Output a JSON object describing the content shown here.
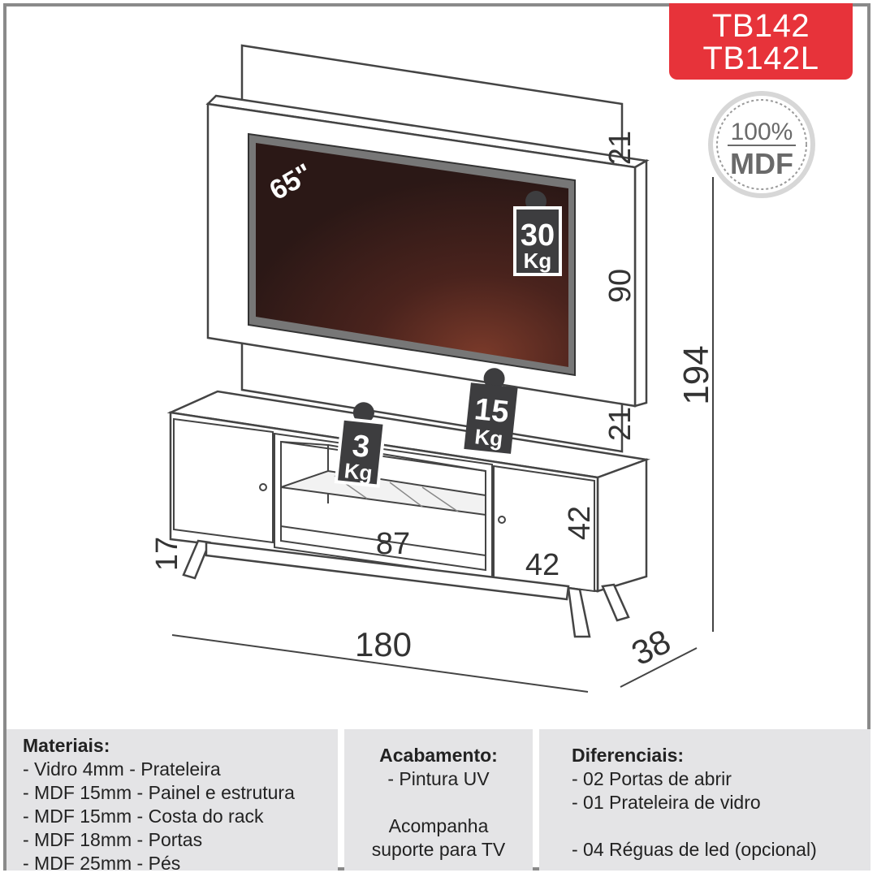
{
  "badge": {
    "code1": "TB142",
    "code2": "TB142L"
  },
  "seal": {
    "percent": "100%",
    "material": "MDF"
  },
  "tv": {
    "size": "65\""
  },
  "weights": [
    {
      "value": "30",
      "unit": "Kg"
    },
    {
      "value": "15",
      "unit": "Kg"
    },
    {
      "value": "3",
      "unit": "Kg"
    }
  ],
  "dimensions": {
    "top_panel": "21",
    "panel_height": "90",
    "lower_panel": "21",
    "total_height": "194",
    "door_height": "42",
    "door_width": "42",
    "niche_width": "87",
    "leg_height": "17",
    "total_width": "180",
    "depth": "38"
  },
  "materials": {
    "title": "Materiais:",
    "items": [
      "- Vidro 4mm - Prateleira",
      "- MDF 15mm - Painel e estrutura",
      "- MDF 15mm - Costa do rack",
      "- MDF 18mm - Portas",
      "- MDF 25mm - Pés"
    ]
  },
  "finish": {
    "title": "Acabamento:",
    "item": "- Pintura UV",
    "note_line1": "Acompanha",
    "note_line2": "suporte para TV"
  },
  "features": {
    "title": "Diferenciais:",
    "items": [
      "- 02 Portas de abrir",
      "- 01 Prateleira de vidro",
      "- 04 Réguas de led (opcional)"
    ]
  },
  "colors": {
    "badge": "#e7333a",
    "screen_dark": "#3a1f1b",
    "tag": "#3d3d3f",
    "panel_bg": "#e4e4e6"
  }
}
